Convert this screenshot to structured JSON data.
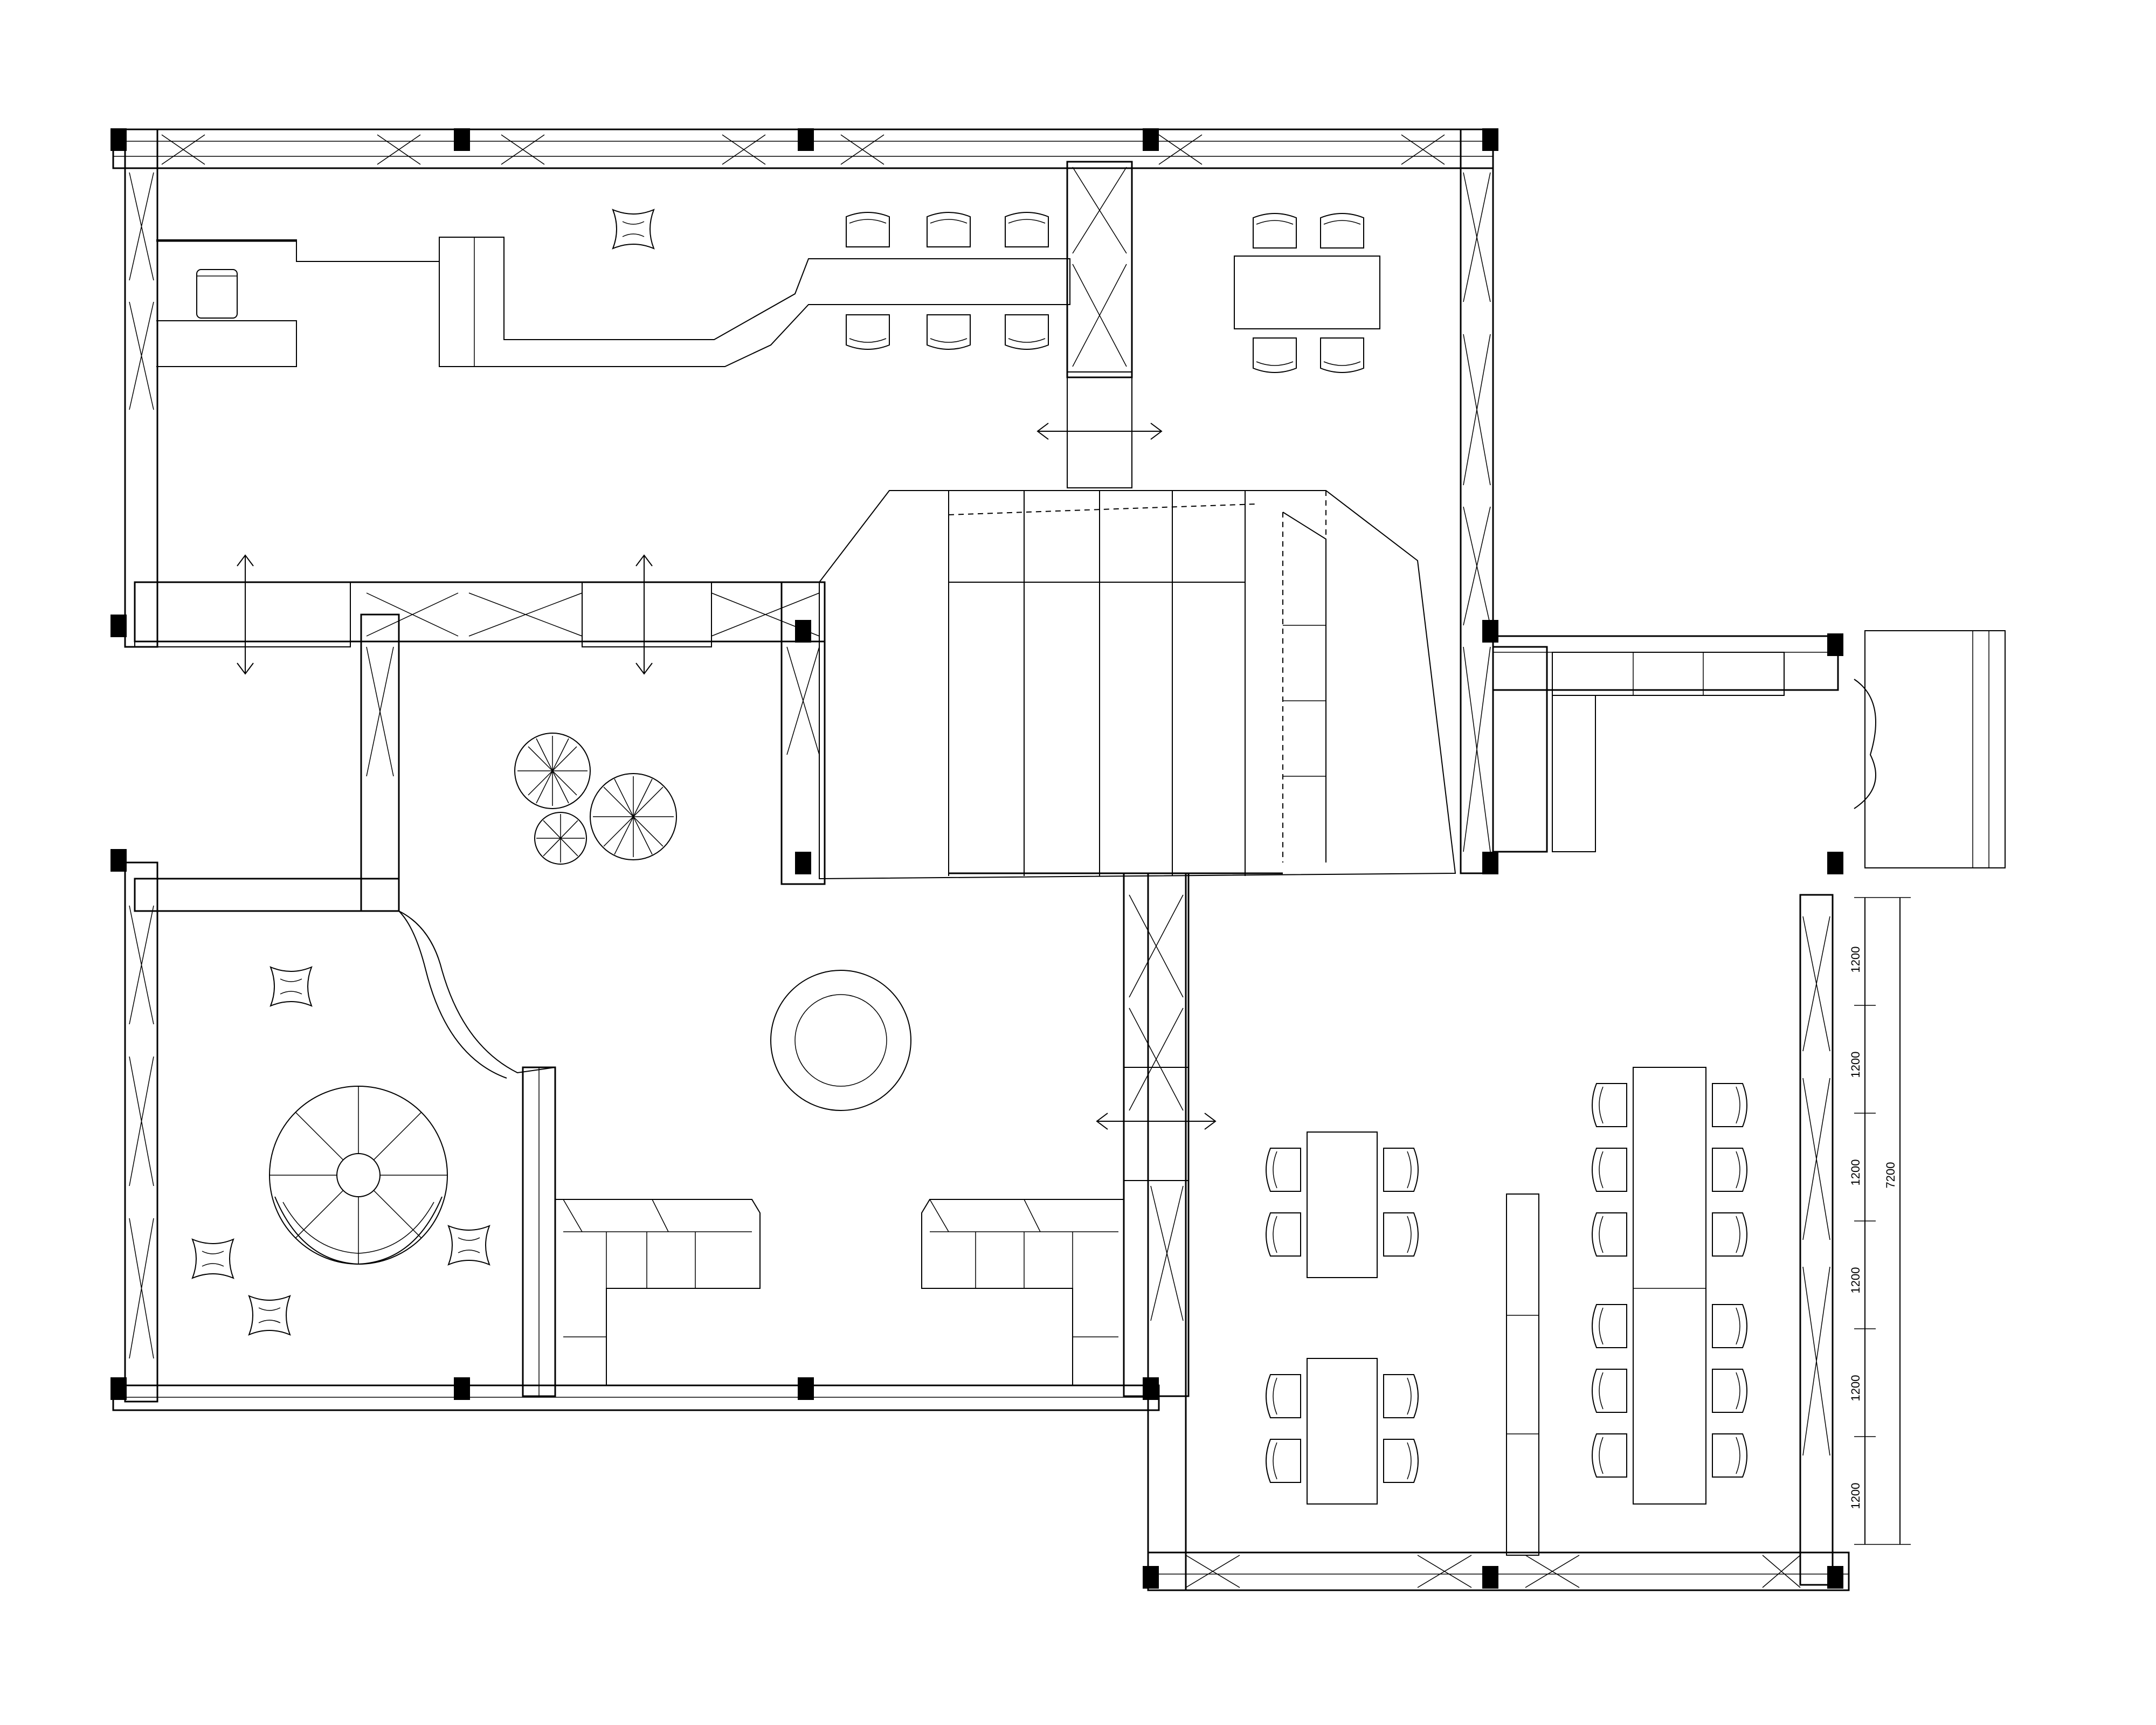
{
  "dimensions": {
    "segments": [
      "1200",
      "1200",
      "1200",
      "1200",
      "1200",
      "1200"
    ],
    "total": "7200"
  }
}
